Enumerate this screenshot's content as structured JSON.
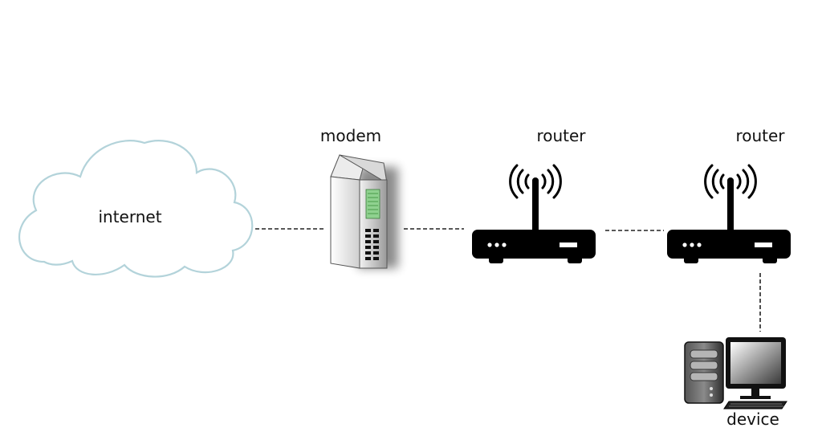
{
  "diagram": {
    "nodes": {
      "internet": {
        "label": "internet",
        "icon": "cloud-icon"
      },
      "modem": {
        "label": "modem",
        "icon": "modem-icon"
      },
      "router1": {
        "label": "router",
        "icon": "wireless-router-icon"
      },
      "router2": {
        "label": "router",
        "icon": "wireless-router-icon"
      },
      "device": {
        "label": "device",
        "icon": "desktop-computer-icon"
      }
    },
    "edges": [
      {
        "from": "internet",
        "to": "modem",
        "style": "dashed"
      },
      {
        "from": "modem",
        "to": "router1",
        "style": "dashed"
      },
      {
        "from": "router1",
        "to": "router2",
        "style": "dashed"
      },
      {
        "from": "router2",
        "to": "device",
        "style": "dashed"
      }
    ],
    "colors": {
      "cloud_stroke": "#b3d3da",
      "device_body": "#000000",
      "modem_display": "#8fd18f",
      "link": "#222222"
    }
  }
}
